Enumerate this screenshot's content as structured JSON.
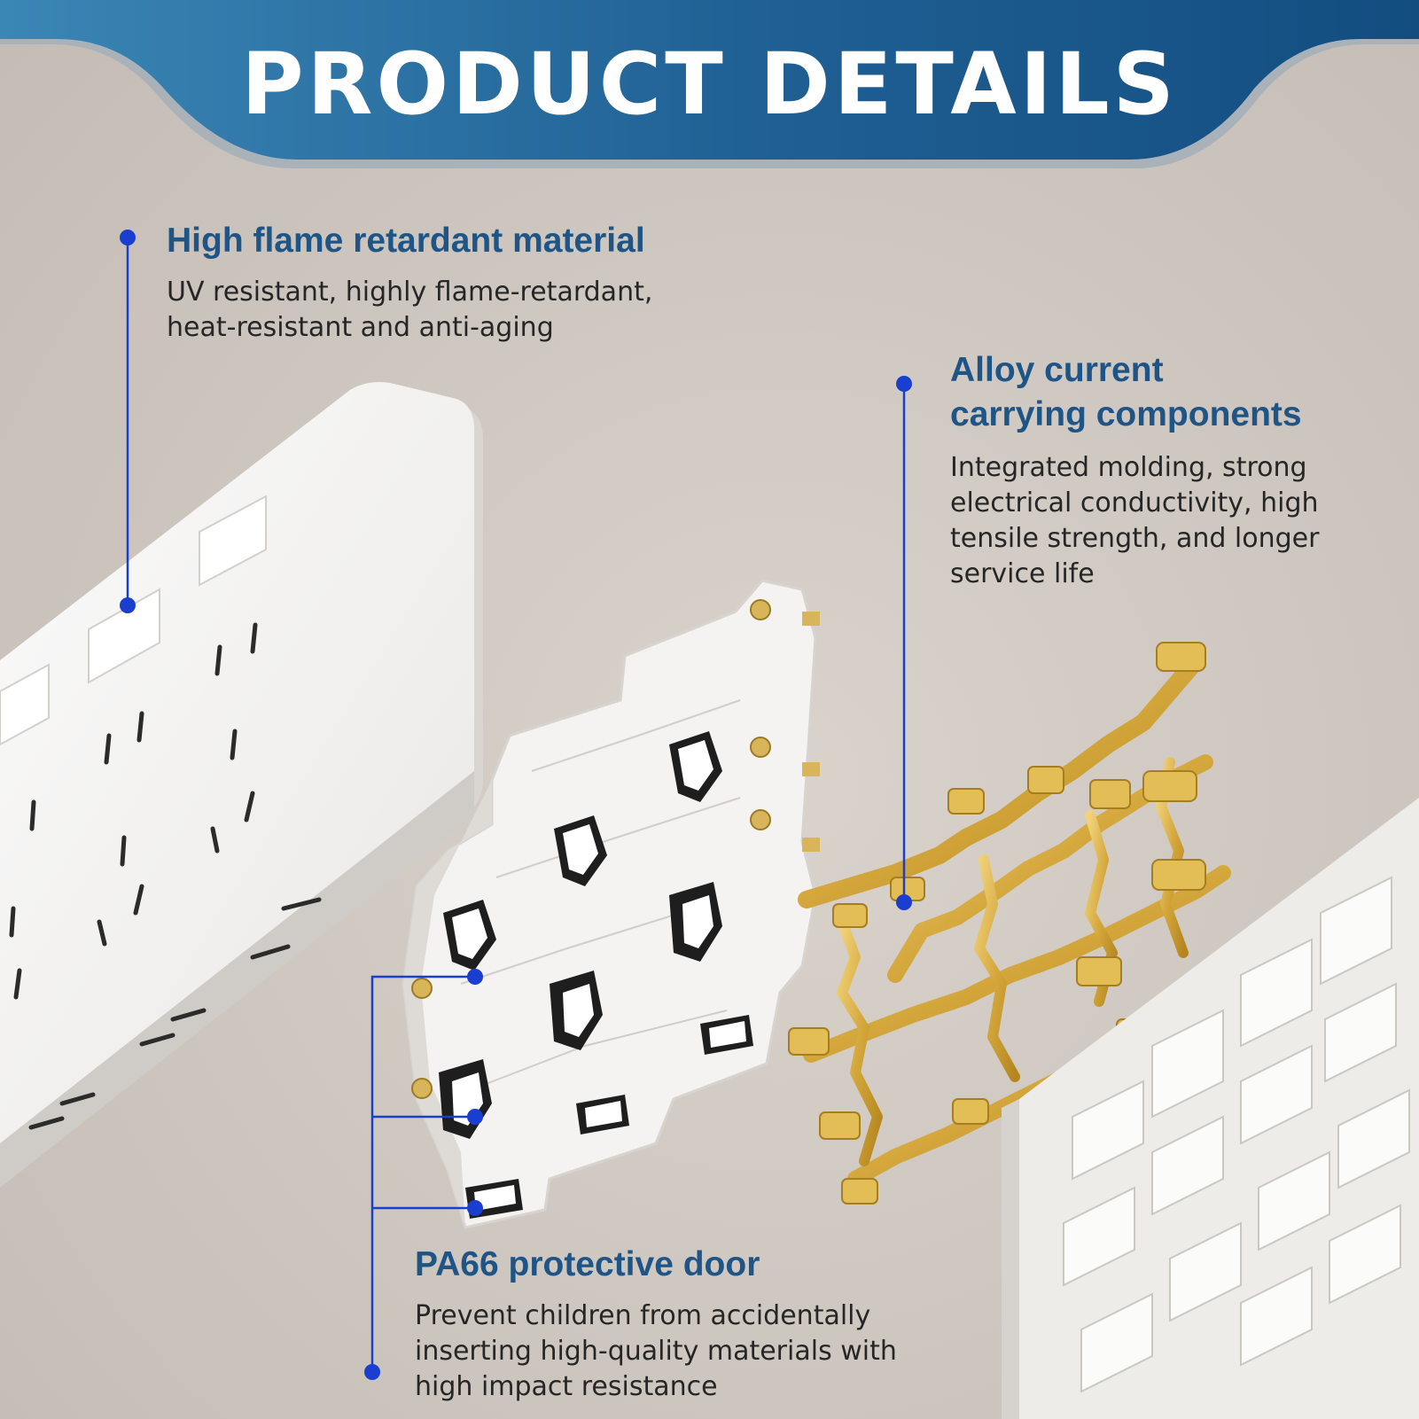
{
  "header": {
    "title": "PRODUCT DETAILS"
  },
  "features": {
    "flame": {
      "title": "High flame retardant material",
      "desc_lines": [
        "UV resistant, highly flame-retardant,",
        "heat-resistant and anti-aging"
      ]
    },
    "alloy": {
      "title_lines": [
        "Alloy current",
        "carrying components"
      ],
      "desc_lines": [
        "Integrated molding, strong",
        "electrical conductivity, high",
        "tensile strength, and longer",
        "service life"
      ]
    },
    "door": {
      "title": "PA66 protective door",
      "desc_lines": [
        "Prevent children from accidentally",
        "inserting high-quality materials with",
        "high impact resistance"
      ]
    }
  },
  "colors": {
    "accent_blue": "#1f5486",
    "callout_line": "#1a3fd0",
    "header_dark": "#134d80",
    "header_light": "#3a86b5",
    "brass": "#d4a73c"
  }
}
